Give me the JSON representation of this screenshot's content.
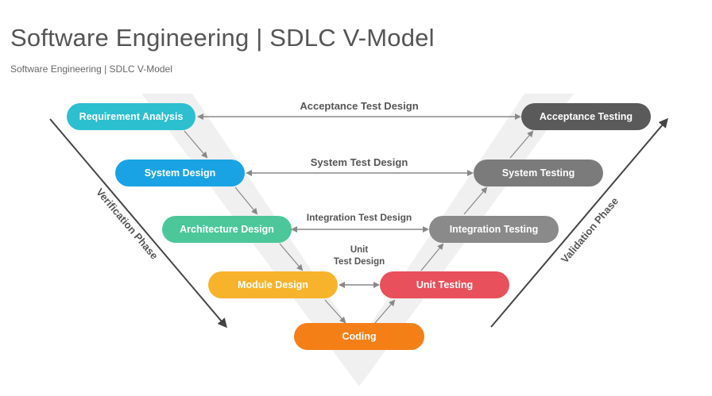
{
  "title": "Software Engineering | SDLC V-Model",
  "subtitle": "Software Engineering  | SDLC V-Model",
  "stages": {
    "requirement_analysis": "Requirement Analysis",
    "system_design": "System Design",
    "architecture_design": "Architecture Design",
    "module_design": "Module Design",
    "coding": "Coding",
    "unit_testing": "Unit Testing",
    "integration_testing": "Integration Testing",
    "system_testing": "System Testing",
    "acceptance_testing": "Acceptance Testing"
  },
  "test_designs": {
    "acceptance": "Acceptance Test Design",
    "system": "System Test Design",
    "integration": "Integration Test Design",
    "unit_line1": "Unit",
    "unit_line2": "Test Design"
  },
  "phases": {
    "verification": "Verification Phase",
    "validation": "Validation Phase"
  },
  "colors": {
    "requirement_analysis": "#2bbfcf",
    "system_design": "#1aa3e4",
    "architecture_design": "#4cc79a",
    "module_design": "#f7b32b",
    "coding": "#f57f17",
    "unit_testing": "#e8505b",
    "integration_testing": "#8a8a8a",
    "system_testing": "#7b7b7b",
    "acceptance_testing": "#5a5a5a"
  }
}
